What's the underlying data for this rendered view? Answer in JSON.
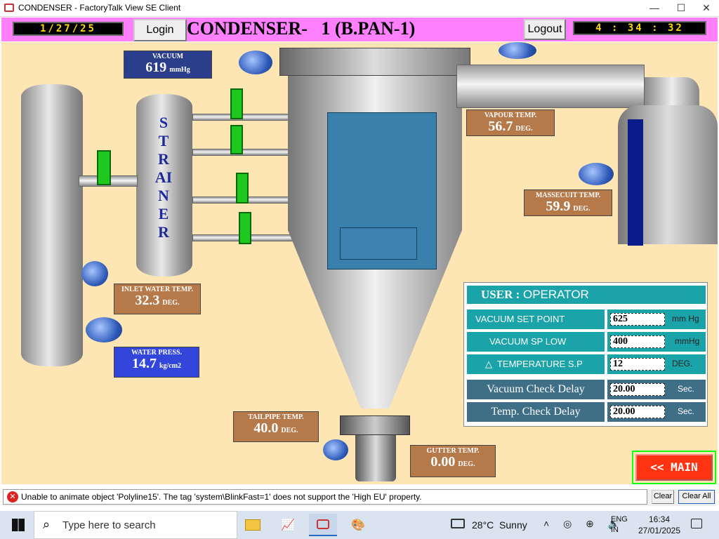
{
  "window": {
    "title": "CONDENSER - FactoryTalk View SE Client"
  },
  "header": {
    "date": "1/27/25",
    "login": "Login",
    "title": "CONDENSER-   1 (B.PAN-1)",
    "logout": "Logout",
    "time": "4 : 34 : 32"
  },
  "strainer": {
    "label": "STRAINER"
  },
  "readings": {
    "vacuum": {
      "label": "VACUUM",
      "value": "619",
      "unit": "mmHg"
    },
    "vapour": {
      "label": "VAPOUR TEMP.",
      "value": "56.7",
      "unit": "DEG."
    },
    "massecuit": {
      "label": "MASSECUIT TEMP.",
      "value": "59.9",
      "unit": "DEG."
    },
    "inlet": {
      "label": "INLET WATER TEMP.",
      "value": "32.3",
      "unit": "DEG."
    },
    "water_press": {
      "label": "WATER PRESS.",
      "value": "14.7",
      "unit": "kg/cm2"
    },
    "tailpipe": {
      "label": "TAILPIPE TEMP.",
      "value": "40.0",
      "unit": "DEG."
    },
    "gutter": {
      "label": "GUTTER  TEMP.",
      "value": "0.00",
      "unit": "DEG."
    }
  },
  "setpoints": {
    "user_label": "USER :",
    "user_value": "OPERATOR",
    "rows": [
      {
        "label": "VACUUM SET POINT",
        "value": "625",
        "unit": "mm Hg"
      },
      {
        "label": "VACUUM SP LOW",
        "value": "400",
        "unit": "mmHg"
      },
      {
        "label": "△  TEMPERATURE S.P",
        "value": "12",
        "unit": "DEG."
      },
      {
        "label": "Vacuum Check Delay",
        "value": "20.00",
        "unit": "Sec."
      },
      {
        "label": "Temp. Check Delay",
        "value": "20.00",
        "unit": "Sec."
      }
    ]
  },
  "main_button": "<< MAIN",
  "status": {
    "message": "Unable to animate object 'Polyline15'. The tag 'system\\BlinkFast=1' does not support the 'High EU' property.",
    "clear": "Clear",
    "clear_all": "Clear All"
  },
  "taskbar": {
    "search": "Type here to search",
    "weather": "28°C  Sunny",
    "lang1": "ENG",
    "lang2": "IN",
    "clock_time": "16:34",
    "clock_date": "27/01/2025"
  }
}
